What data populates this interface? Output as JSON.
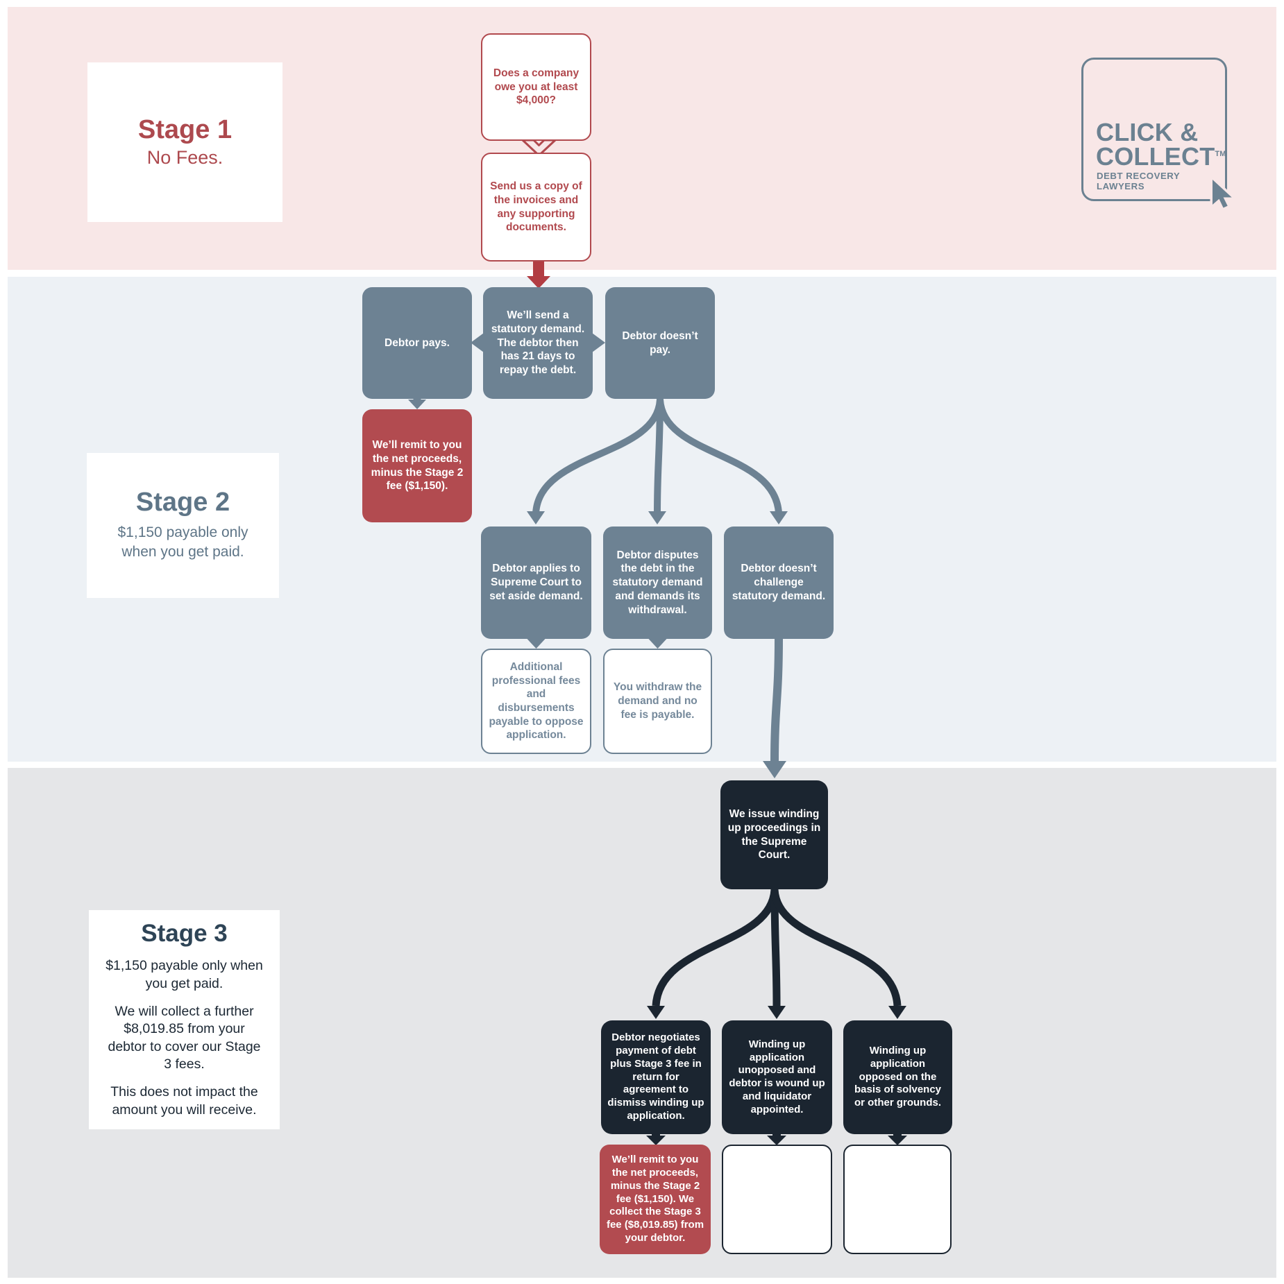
{
  "colors": {
    "band1_pink": "#f8e7e7",
    "band2_blue": "#edf1f5",
    "band3_gray": "#e5e6e8",
    "accent_red": "#b24b50",
    "slate": "#6d8293",
    "dark_navy": "#1b2530",
    "logo_slate": "#6b8191"
  },
  "logo": {
    "line1": "CLICK &",
    "line2": "COLLECT",
    "tm": "TM",
    "tagline": "DEBT RECOVERY LAWYERS"
  },
  "stage1": {
    "title": "Stage 1",
    "subtitle": "No Fees."
  },
  "stage2": {
    "title": "Stage 2",
    "subtitle": "$1,150 payable only when you get paid."
  },
  "stage3": {
    "title": "Stage 3",
    "p1": "$1,150 payable only when you get paid.",
    "p2": "We will collect a further $8,019.85 from your debtor to cover our Stage 3 fees.",
    "p3": "This does not impact the amount you will receive."
  },
  "nodes": {
    "q1": "Does a company owe you at least $4,000?",
    "q2": "Send us a copy of the invoices and any supporting documents.",
    "debtor_pays": "Debtor pays.",
    "statutory_demand": "We’ll send a statutory demand. The debtor then has 21 days to repay the debt.",
    "debtor_doesnt_pay": "Debtor doesn’t pay.",
    "remit2_pre": "We’ll remit to you the net proceeds, minus the Stage 2 fee ",
    "remit2_amount": "($1,150)",
    "remit2_post": ".",
    "applies": "Debtor applies to Supreme Court to set aside demand.",
    "disputes": "Debtor disputes the debt in the statutory demand and demands its withdrawal.",
    "no_challenge": "Debtor doesn’t challenge statutory demand.",
    "additional_fees": "Additional professional fees and disbursements payable to oppose application.",
    "withdraw": "You withdraw the demand and no fee is payable.",
    "winding_up": "We issue winding up proceedings in the Supreme Court.",
    "negotiates": "Debtor negotiates payment of debt plus Stage 3 fee in return for agreement to dismiss winding up application.",
    "unopposed": "Winding up application unopposed and debtor is wound up and liquidator appointed.",
    "opposed": "Winding up application opposed on the basis of solvency or other grounds.",
    "remit3_pre": "We’ll remit to you the net proceeds, minus the Stage 2 fee ",
    "remit3_amount1": "($1,150)",
    "remit3_mid": ". We collect the Stage 3 fee ",
    "remit3_amount2": "($8,019.85)",
    "remit3_post": " from your debtor."
  }
}
